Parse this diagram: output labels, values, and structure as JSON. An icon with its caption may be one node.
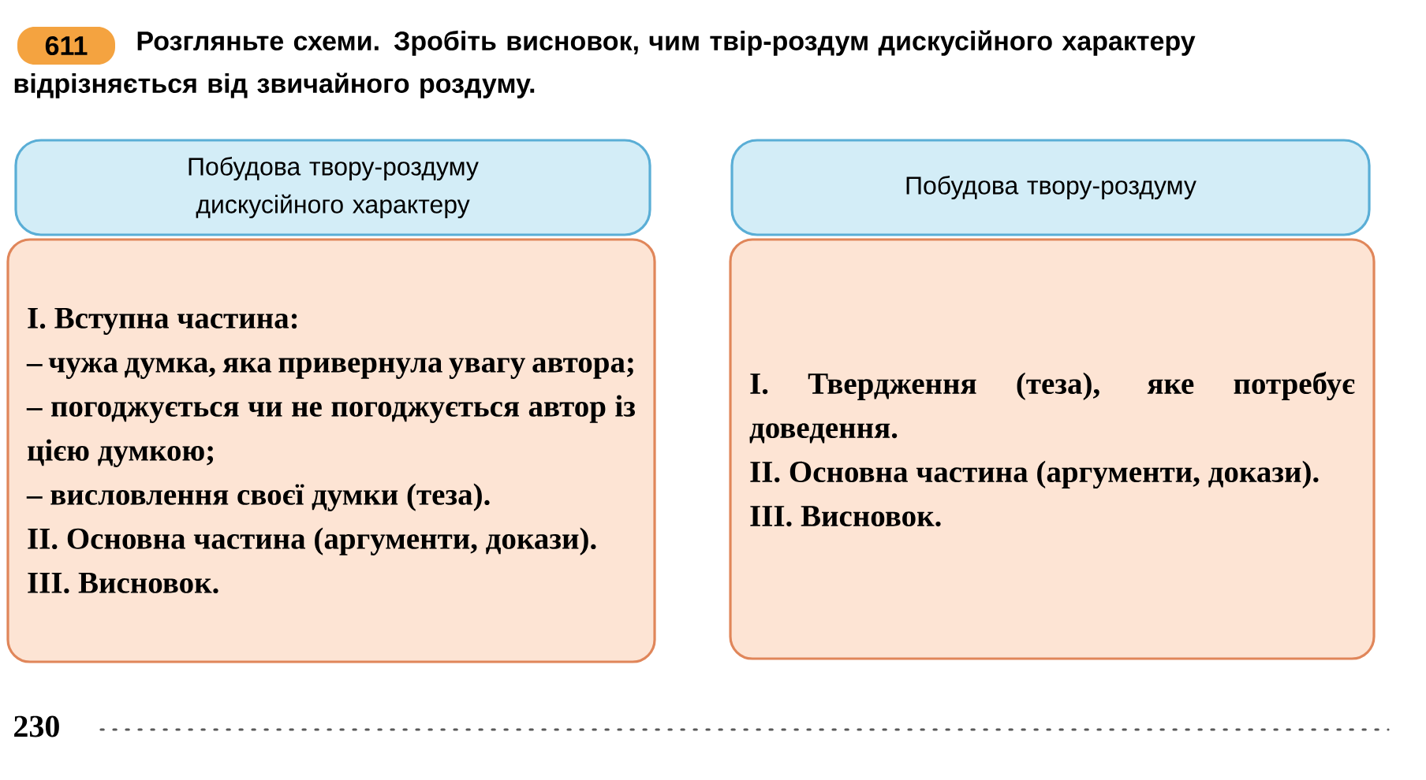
{
  "diagram": {
    "title": "Розгляньте схеми. Зробіть висновок, чим твір-роздум дискусійного характеру відрізняється від звичайного роздуму.",
    "nodes": [
      {
        "text": [
          "611"
        ]
      },
      {
        "text": [
          "Побудова твору-роздуму дискусійного характеру"
        ]
      },
      {
        "text": [
          "I. Вступна частина:",
          "– чужа думка, яка привернула увагу автора;",
          "– погоджується чи не погоджується автор із цією думкою;",
          "– висловлення своєї думки (теза).",
          "II. Основна частина (аргументи, докази).",
          "III. Висновок."
        ]
      },
      {
        "text": [
          "Побудова твору-роздуму"
        ]
      },
      {
        "text": [
          "I. Твердження (теза), яке потребує доведення.",
          "II. Основна частина (аргументи, докази).",
          "III. Висновок."
        ]
      }
    ],
    "labels": [
      "230"
    ]
  }
}
